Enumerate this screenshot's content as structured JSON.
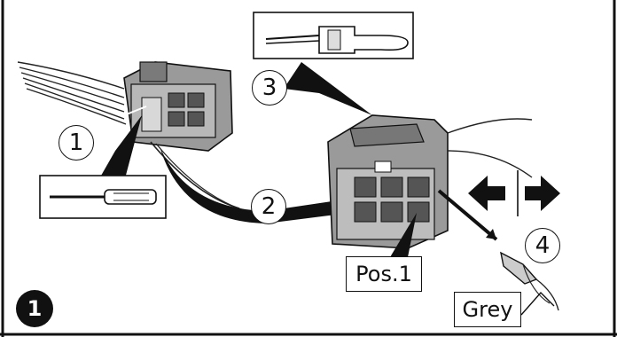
{
  "figure_number": "1",
  "steps": {
    "step1": "1",
    "step2": "2",
    "step3": "3",
    "step4": "4"
  },
  "labels": {
    "position": "Pos.1",
    "wire_color": "Grey"
  },
  "icons": {
    "tool1": "flat-screwdriver-icon",
    "tool3": "terminal-release-tool-icon",
    "direction": "left-right-arrows-icon"
  }
}
